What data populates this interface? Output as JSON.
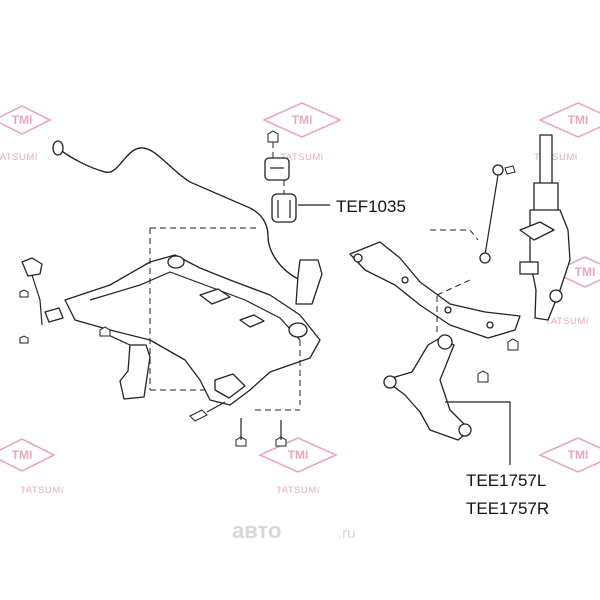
{
  "watermark": {
    "logo_text": "TMI",
    "brand_text": "TATSUMI",
    "color": "#e9a9b8"
  },
  "site_brand": {
    "name": "авто",
    "domain": ".ru",
    "color": "#d7d7d7"
  },
  "callouts": {
    "stabilizer_bushing": "TEF1035",
    "control_arm_left": "TEE1757L",
    "control_arm_right": "TEE1757R"
  }
}
